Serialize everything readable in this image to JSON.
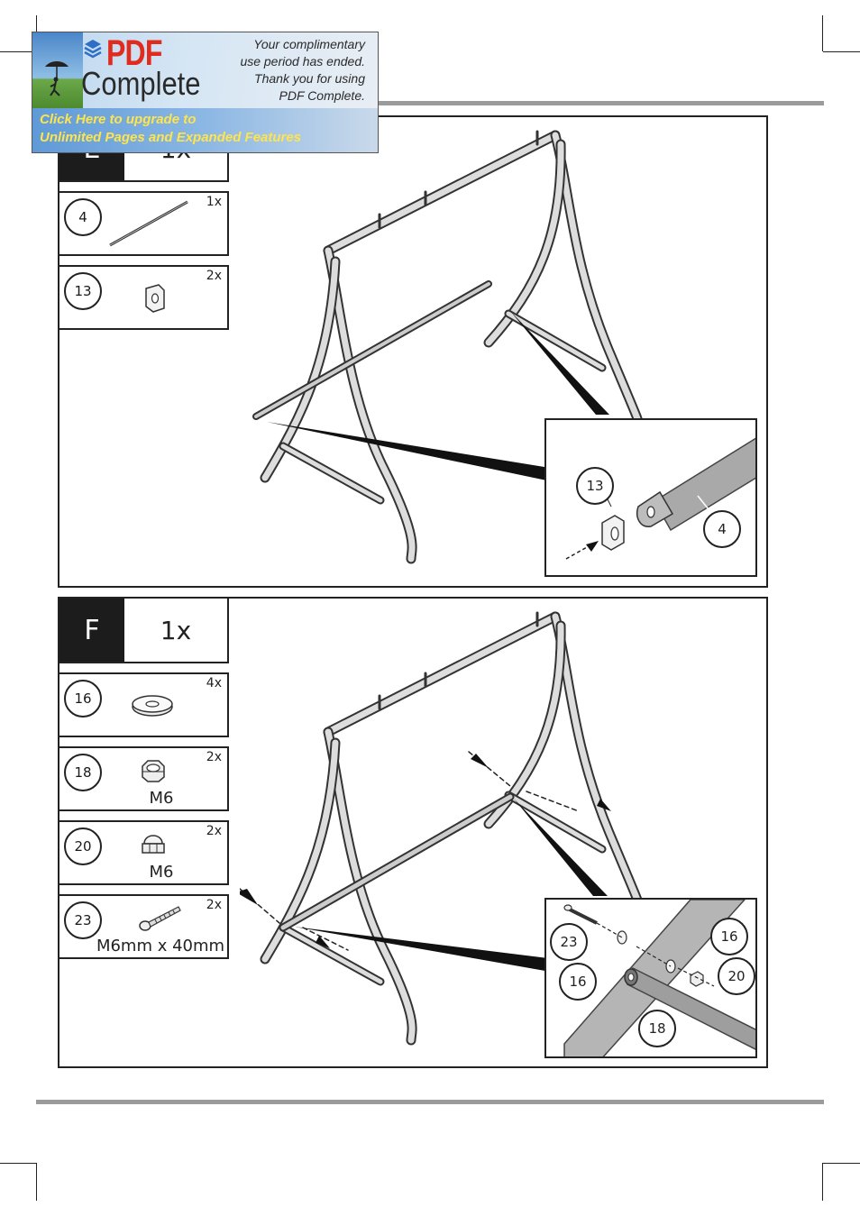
{
  "banner": {
    "brand_top": "PDF",
    "brand_bottom": "Complete",
    "message_lines": [
      "Your complimentary",
      "use period has ended.",
      "Thank you for using",
      "PDF Complete."
    ],
    "cta_lines": [
      "Click Here to upgrade to",
      "Unlimited Pages and Expanded Features"
    ]
  },
  "steps": [
    {
      "letter": "E",
      "quantity": "1x",
      "parts": [
        {
          "number": "4",
          "count": "1x",
          "label": "",
          "icon": "rod"
        },
        {
          "number": "13",
          "count": "2x",
          "label": "",
          "icon": "end-plate"
        }
      ],
      "callouts": [
        "13",
        "4"
      ]
    },
    {
      "letter": "F",
      "quantity": "1x",
      "parts": [
        {
          "number": "16",
          "count": "4x",
          "label": "",
          "icon": "washer"
        },
        {
          "number": "18",
          "count": "2x",
          "label": "M6",
          "icon": "hex-nut"
        },
        {
          "number": "20",
          "count": "2x",
          "label": "M6",
          "icon": "cap-nut"
        },
        {
          "number": "23",
          "count": "2x",
          "label": "M6mm x 40mm",
          "icon": "bolt"
        }
      ],
      "callouts": [
        "23",
        "16",
        "16",
        "20",
        "18"
      ]
    }
  ]
}
